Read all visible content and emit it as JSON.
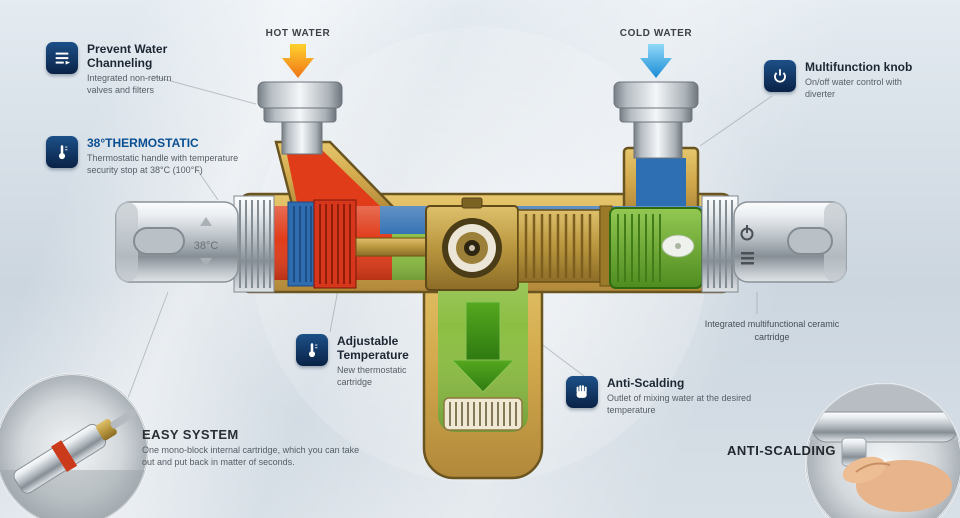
{
  "pipes": {
    "hot_label": "HOT WATER",
    "cold_label": "COLD WATER"
  },
  "handle": {
    "temp_label": "38°C"
  },
  "callouts": {
    "prevent_water": {
      "title": "Prevent Water Channeling",
      "desc": "Integrated non-return valves and filters"
    },
    "thermostatic": {
      "title": "38°THERMOSTATIC",
      "desc": "Thermostatic handle with temperature security stop at 38°C (100°F)"
    },
    "multifunction_knob": {
      "title": "Multifunction knob",
      "desc": "On/off water control with diverter"
    },
    "ceramic_cartridge_note": "Integrated multifunctional ceramic cartridge",
    "adjustable_temperature": {
      "title": "Adjustable Temperature",
      "desc": "New thermostatic cartridge"
    },
    "anti_scalding": {
      "title": "Anti-Scalding",
      "desc": "Outlet of mixing water at the desired temperature"
    },
    "easy_system": {
      "title": "EASY SYSTEM",
      "desc": "One mono-block internal cartridge, which you can take out and put back in matter of seconds."
    },
    "anti_scalding_photo_label": "ANTI-SCALDING"
  },
  "colors": {
    "hot": "#e03c1a",
    "cold": "#2e6eb2",
    "mixed": "#8cbe43",
    "body_brass": "#c9a24a"
  }
}
